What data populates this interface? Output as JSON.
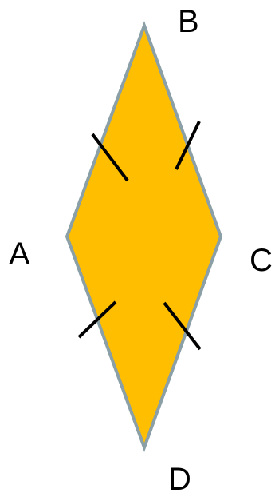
{
  "diagram": {
    "shape": "rhombus",
    "fill_color": "#FFBE00",
    "stroke_color": "#8A9FA6",
    "tick_color": "#000000",
    "vertices": {
      "A": "A",
      "B": "B",
      "C": "C",
      "D": "D"
    },
    "equal_side_marks": [
      "AB",
      "BC",
      "CD",
      "DA"
    ]
  }
}
